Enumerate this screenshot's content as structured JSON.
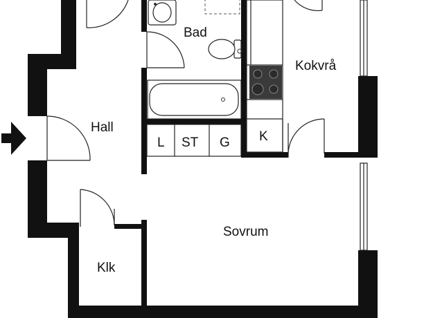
{
  "rooms": {
    "bad": "Bad",
    "hall": "Hall",
    "kokvra": "Kokvrå",
    "sovrum": "Sovrum",
    "klk": "Klk"
  },
  "storage_units": {
    "l": "L",
    "st": "ST",
    "g": "G",
    "k": "K"
  },
  "icons": {
    "entrance": "entrance-arrow-icon",
    "stove": "stove-icon",
    "bathtub": "bathtub-icon",
    "toilet": "toilet-icon",
    "sink": "sink-icon"
  },
  "colors": {
    "wall": "#111111",
    "background": "#ffffff",
    "stove": "#3a3a3a"
  }
}
